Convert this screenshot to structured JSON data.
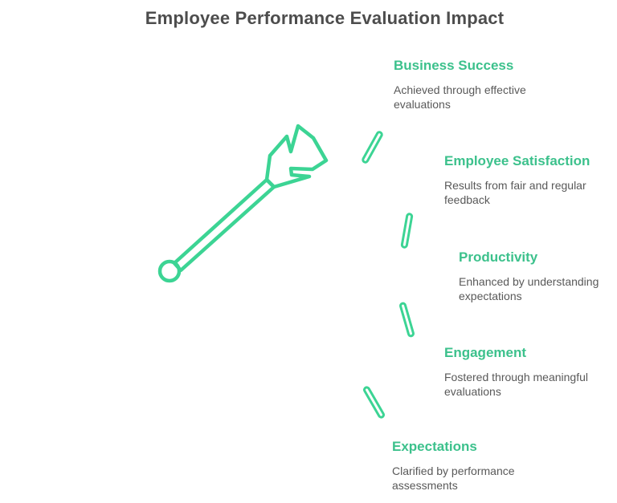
{
  "title": "Employee Performance Evaluation Impact",
  "colors": {
    "heading_green": "#3cc18c",
    "illustration_green": "#3cd494",
    "title_gray": "#4d4d4d",
    "description_gray": "#595959",
    "background": "#ffffff"
  },
  "illustration": {
    "icon": "arrow-icon"
  },
  "items": [
    {
      "label": "Business Success",
      "description": "Achieved through effective evaluations"
    },
    {
      "label": "Employee Satisfaction",
      "description": "Results from fair and regular feedback"
    },
    {
      "label": "Productivity",
      "description": "Enhanced by understanding expectations"
    },
    {
      "label": "Engagement",
      "description": "Fostered through meaningful evaluations"
    },
    {
      "label": "Expectations",
      "description": "Clarified by performance assessments"
    }
  ]
}
